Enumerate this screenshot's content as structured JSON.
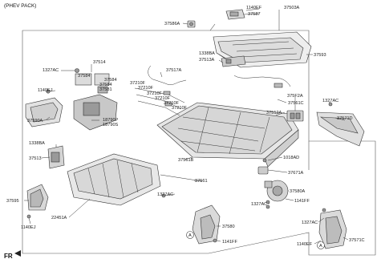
{
  "header": {
    "title": "(PHEV PACK)"
  },
  "orientation_label": "FR",
  "reference_mark": "A",
  "callouts": {
    "c37503A": "37503A",
    "c1140EF_top": "1140EF",
    "c37587": "37587",
    "c37586A": "37586A",
    "c37593": "37593",
    "c1338BA_top": "1338BA",
    "c37513A": "37513A",
    "c37514": "37514",
    "c1327AC_a": "1327AC",
    "c37584_a": "37584",
    "c37584_b": "37584",
    "c37584_c": "37584",
    "c37581": "37581",
    "c1140EJ_a": "1140EJ",
    "c18790P": "18790P",
    "c18790S": "18790S",
    "c37590A": "37590A",
    "c37517A": "37517A",
    "c37210F_a": "37210F",
    "c37210F_b": "37210F",
    "c37210F_c": "37210F",
    "c37210F_d": "37210F",
    "c37210F_e": "37210F",
    "c37210F_f": "37210F",
    "c37561C": "37561C",
    "c375F2A": "375F2A",
    "c37512A": "37512A",
    "c1327AC_b": "1327AC",
    "c37571D": "37571D",
    "c1338BA_left": "1338BA",
    "c37513": "37513",
    "c37561B": "37561B",
    "c1018AD": "1018AD",
    "c37561": "37561",
    "c37671A": "37671A",
    "c37595": "37595",
    "c1327AC_c": "1327AC",
    "c37580A": "37580A",
    "c1141FF_a": "1141FF",
    "c1327AC_d": "1327AC",
    "c22451A": "22451A",
    "c1140EJ_b": "1140EJ",
    "c37580": "37580",
    "c1141FF_b": "1141FF",
    "c1327AC_e": "1327AC",
    "c1140EF_bot": "1140EF",
    "c37571C": "37571C"
  }
}
